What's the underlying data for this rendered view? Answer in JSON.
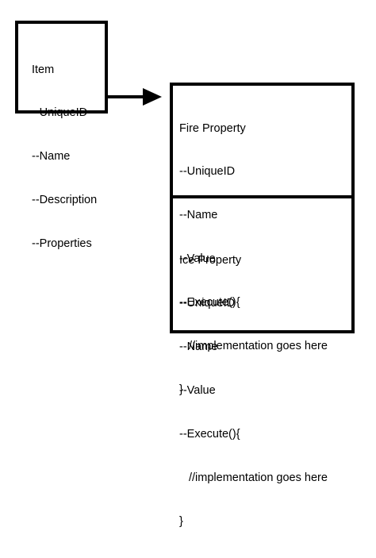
{
  "item": {
    "title": "Item",
    "fields": [
      "--UniqueID",
      "--Name",
      "--Description",
      "--Properties"
    ]
  },
  "fire_property": {
    "title": "Fire Property",
    "fields": [
      "--UniqueID",
      "--Name",
      "--Value",
      "--Execute(){"
    ],
    "body": "//implementation goes here",
    "close": "}"
  },
  "ice_property": {
    "title": "Ice Property",
    "fields": [
      "--UniqueID",
      "--Name",
      "--Value",
      "--Execute(){"
    ],
    "body": "//implementation goes here",
    "close": "}"
  },
  "colors": {
    "stroke": "#000000",
    "background": "#ffffff"
  }
}
